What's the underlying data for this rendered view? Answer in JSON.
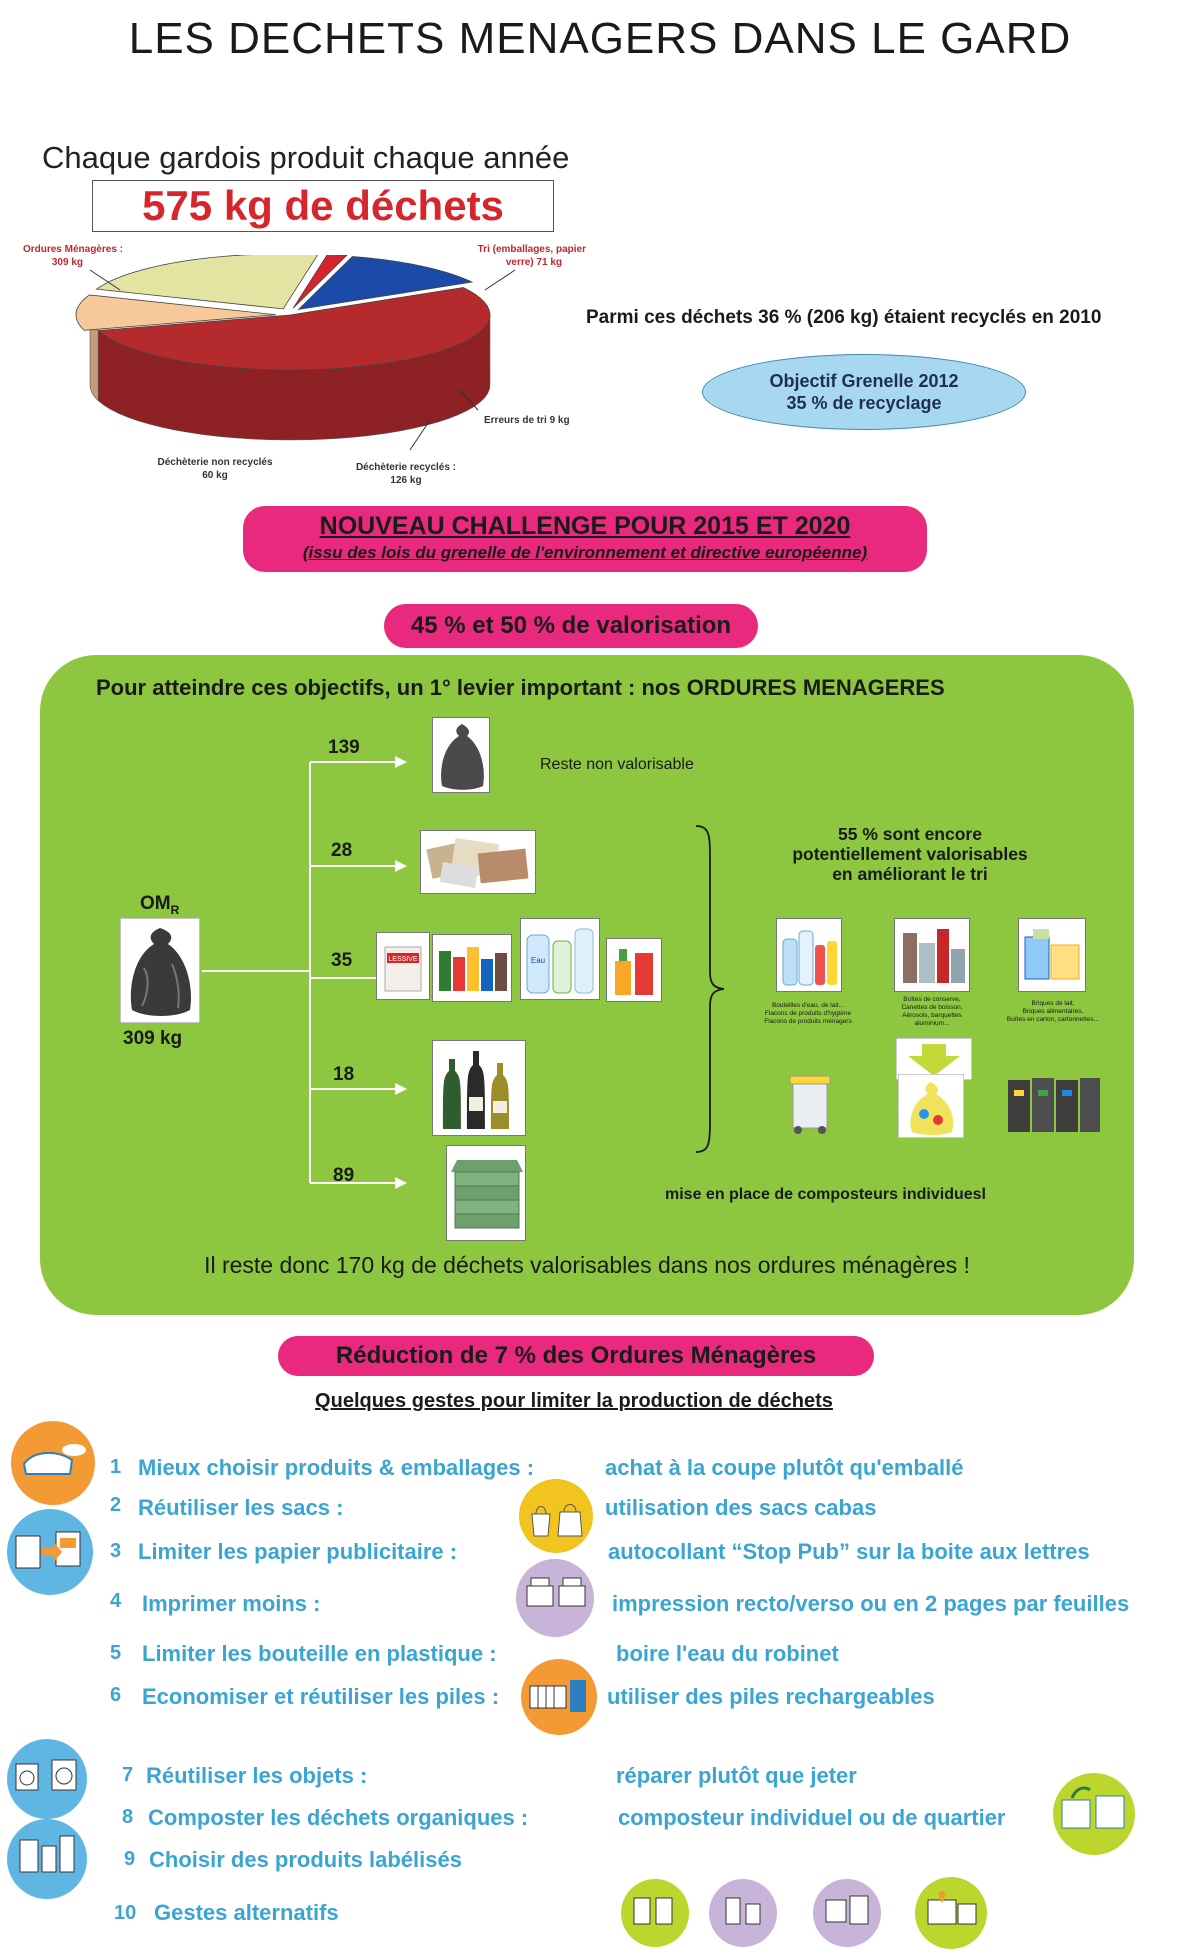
{
  "header": {
    "title": "LES DECHETS MENAGERS DANS LE GARD",
    "subtitle": "Chaque gardois produit chaque année",
    "total": "575 kg de déchets"
  },
  "pie": {
    "labels": {
      "om_name": "Ordures Ménagères :",
      "om_value": "309 kg",
      "tri_name": "Tri (emballages, papier",
      "tri_value": "verre)  71 kg",
      "erreurs": "Erreurs de tri 9 kg",
      "dech_non_name": "Déchèterie non recyclés",
      "dech_non_value": "60 kg",
      "dech_rec_name": "Déchèterie recyclés :",
      "dech_rec_value": "126 kg"
    },
    "slices": [
      {
        "value": 309,
        "color": "#b52a2d"
      },
      {
        "value": 60,
        "color": "#f7c99a"
      },
      {
        "value": 126,
        "color": "#e4e4a2"
      },
      {
        "value": 9,
        "color": "#d8232a"
      },
      {
        "value": 71,
        "color": "#1c4aa8"
      }
    ]
  },
  "recycled_line": "Parmi ces déchets 36 % (206 kg) étaient recyclés en 2010",
  "grenelle": {
    "line1": "Objectif Grenelle 2012",
    "line2": "35 % de recyclage"
  },
  "challenge": {
    "title": "NOUVEAU CHALLENGE POUR 2015 ET 2020",
    "subtitle": "(issu des lois du grenelle de l'environnement et directive européenne)"
  },
  "valorisation": "45 % et 50 % de valorisation",
  "panel": {
    "heading": "Pour atteindre ces objectifs, un 1° levier important : nos ORDURES MENAGERES",
    "omr_label": "OM",
    "omr_sub": "R",
    "omr_weight": "309 kg",
    "branches": [
      "139",
      "28",
      "35",
      "18",
      "89"
    ],
    "reste": "Reste non valorisable",
    "potential_line1": "55 % sont encore",
    "potential_line2": "potentiellement valorisables",
    "potential_line3": "en améliorant le tri",
    "cat1_line1": "Bouteilles d'eau, de lait...",
    "cat1_line2": "Flacons de produits d'hygiène",
    "cat1_line3": "Flacons de produits ménagers",
    "cat2_line1": "Boîtes de conserve,",
    "cat2_line2": "Canettes de boisson,",
    "cat2_line3": "Aérosols, barquettes",
    "cat2_line4": "aluminium...",
    "cat3_line1": "Briques de lait,",
    "cat3_line2": "Briques alimentaires,",
    "cat3_line3": "Boîtes en carton, cartonnettes...",
    "lessive": "LESSIVE",
    "eau": "Eau",
    "composteur": "mise en place de composteurs individuesl",
    "bottom": "Il reste donc 170 kg de déchets valorisables dans nos ordures ménagères !"
  },
  "reduction": "Réduction de 7 % des Ordures Ménagères",
  "gestes_title": "Quelques gestes pour limiter la production de déchets",
  "gestes": [
    {
      "num": "1",
      "label": "Mieux choisir  produits & emballages :",
      "action": "achat à la coupe plutôt qu'emballé"
    },
    {
      "num": "2",
      "label": "Réutiliser les sacs :",
      "action": "utilisation des sacs cabas"
    },
    {
      "num": "3",
      "label": "Limiter les papier publicitaire :",
      "action": "autocollant “Stop Pub” sur la boite aux lettres"
    },
    {
      "num": "4",
      "label": "Imprimer moins :",
      "action": "impression recto/verso ou en 2 pages par feuilles"
    },
    {
      "num": "5",
      "label": "Limiter les bouteille en plastique :",
      "action": "boire l'eau du robinet"
    },
    {
      "num": "6",
      "label": "Economiser et réutiliser les piles :",
      "action": "utiliser des piles rechargeables"
    },
    {
      "num": "7",
      "label": "Réutiliser les objets :",
      "action": "réparer plutôt que jeter"
    },
    {
      "num": "8",
      "label": "Composter les déchets organiques :",
      "action": "composteur individuel ou de quartier"
    },
    {
      "num": "9",
      "label": "Choisir des produits labélisés",
      "action": ""
    },
    {
      "num": "10",
      "label": "Gestes alternatifs",
      "action": ""
    }
  ],
  "colors": {
    "pink": "#e8297e",
    "green": "#8dc63f",
    "blue_text": "#3aa5d3",
    "red_title": "#d7262b",
    "light_blue": "#a8d8f0"
  }
}
